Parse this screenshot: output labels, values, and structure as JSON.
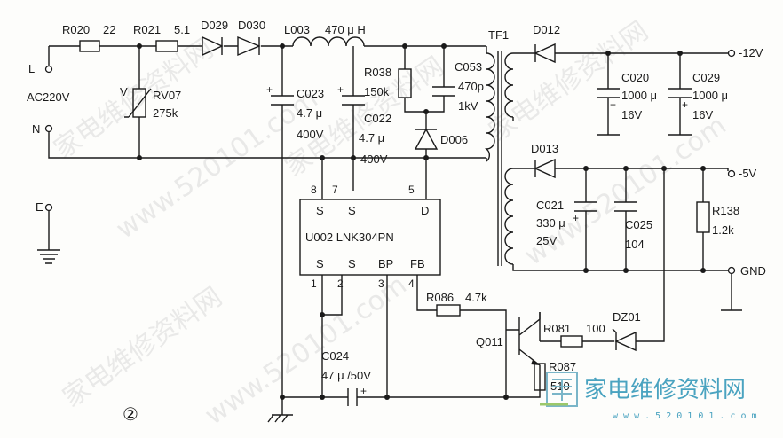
{
  "diagram": {
    "labels": {
      "R020": "R020",
      "R020_val": "22",
      "R021": "R021",
      "R021_val": "5.1",
      "D029": "D029",
      "D030": "D030",
      "L003": "L003",
      "L003_val": "470 μ H",
      "TF1": "TF1",
      "D012": "D012",
      "out_12": "-12V",
      "L": "L",
      "AC": "AC220V",
      "N": "N",
      "E": "E",
      "V": "V",
      "RV07": "RV07",
      "RV07_val": "275k",
      "C023": "C023",
      "C023_val1": "4.7 μ",
      "C023_val2": "400V",
      "C022": "C022",
      "C022_val1": "4.7 μ",
      "C022_val2": "400V",
      "R038": "R038",
      "R038_val": "150k",
      "C053": "C053",
      "C053_val1": "470p",
      "C053_val2": "1kV",
      "D006": "D006",
      "C020": "C020",
      "C020_val1": "1000 μ",
      "C020_val2": "16V",
      "C029": "C029",
      "C029_val1": "1000 μ",
      "C029_val2": "16V",
      "D013": "D013",
      "out_5": "-5V",
      "C021": "C021",
      "C021_val1": "330 μ",
      "C021_val2": "25V",
      "C025": "C025",
      "C025_val": "104",
      "R138": "R138",
      "R138_val": "1.2k",
      "GND": "GND",
      "ic_pin8": "8",
      "ic_pin7": "7",
      "ic_pin5": "5",
      "ic_S1": "S",
      "ic_S2": "S",
      "ic_D": "D",
      "ic_name": "U002 LNK304PN",
      "ic_S3": "S",
      "ic_S4": "S",
      "ic_BP": "BP",
      "ic_FB": "FB",
      "ic_pin1": "1",
      "ic_pin2": "2",
      "ic_pin3": "3",
      "ic_pin4": "4",
      "R086": "R086",
      "R086_val": "4.7k",
      "Q011": "Q011",
      "R081": "R081",
      "R081_val": "100",
      "DZ01": "DZ01",
      "R087": "R087",
      "R087_val": "510",
      "C024": "C024",
      "C024_val": "47 μ /50V",
      "fig_no": "②"
    },
    "watermark": {
      "cn": "家电维修资料网",
      "url": "www.520101.com",
      "logo_cn": "家电维修资料网",
      "logo_url": "w w w . 5 2 0 1 0 1 . c o m"
    }
  }
}
